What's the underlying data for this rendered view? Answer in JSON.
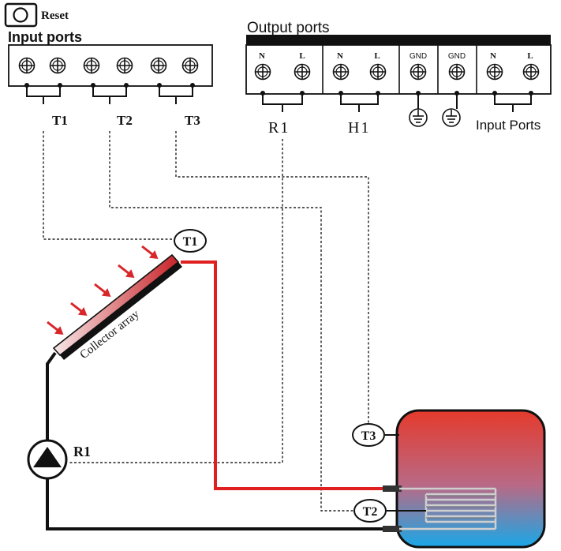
{
  "reset": {
    "label": "Reset"
  },
  "input_block": {
    "title": "Input ports",
    "sensors": [
      "T1",
      "T2",
      "T3"
    ]
  },
  "output_block": {
    "title": "Output ports",
    "terminals": [
      "N",
      "L",
      "N",
      "L",
      "GND",
      "GND",
      "N",
      "L"
    ],
    "group_labels": [
      "R1",
      "H1"
    ],
    "input_ports_label": "Input Ports"
  },
  "system": {
    "collector_label": "Collector array",
    "collector_sensor": "T1",
    "tank_top_sensor": "T3",
    "tank_bottom_sensor": "T2",
    "pump_label": "R1"
  },
  "colors": {
    "hot_pipe": "#e02020",
    "arrow": "#d8262a",
    "tank_top": "#e53a2c",
    "tank_bottom": "#19a8e8"
  }
}
